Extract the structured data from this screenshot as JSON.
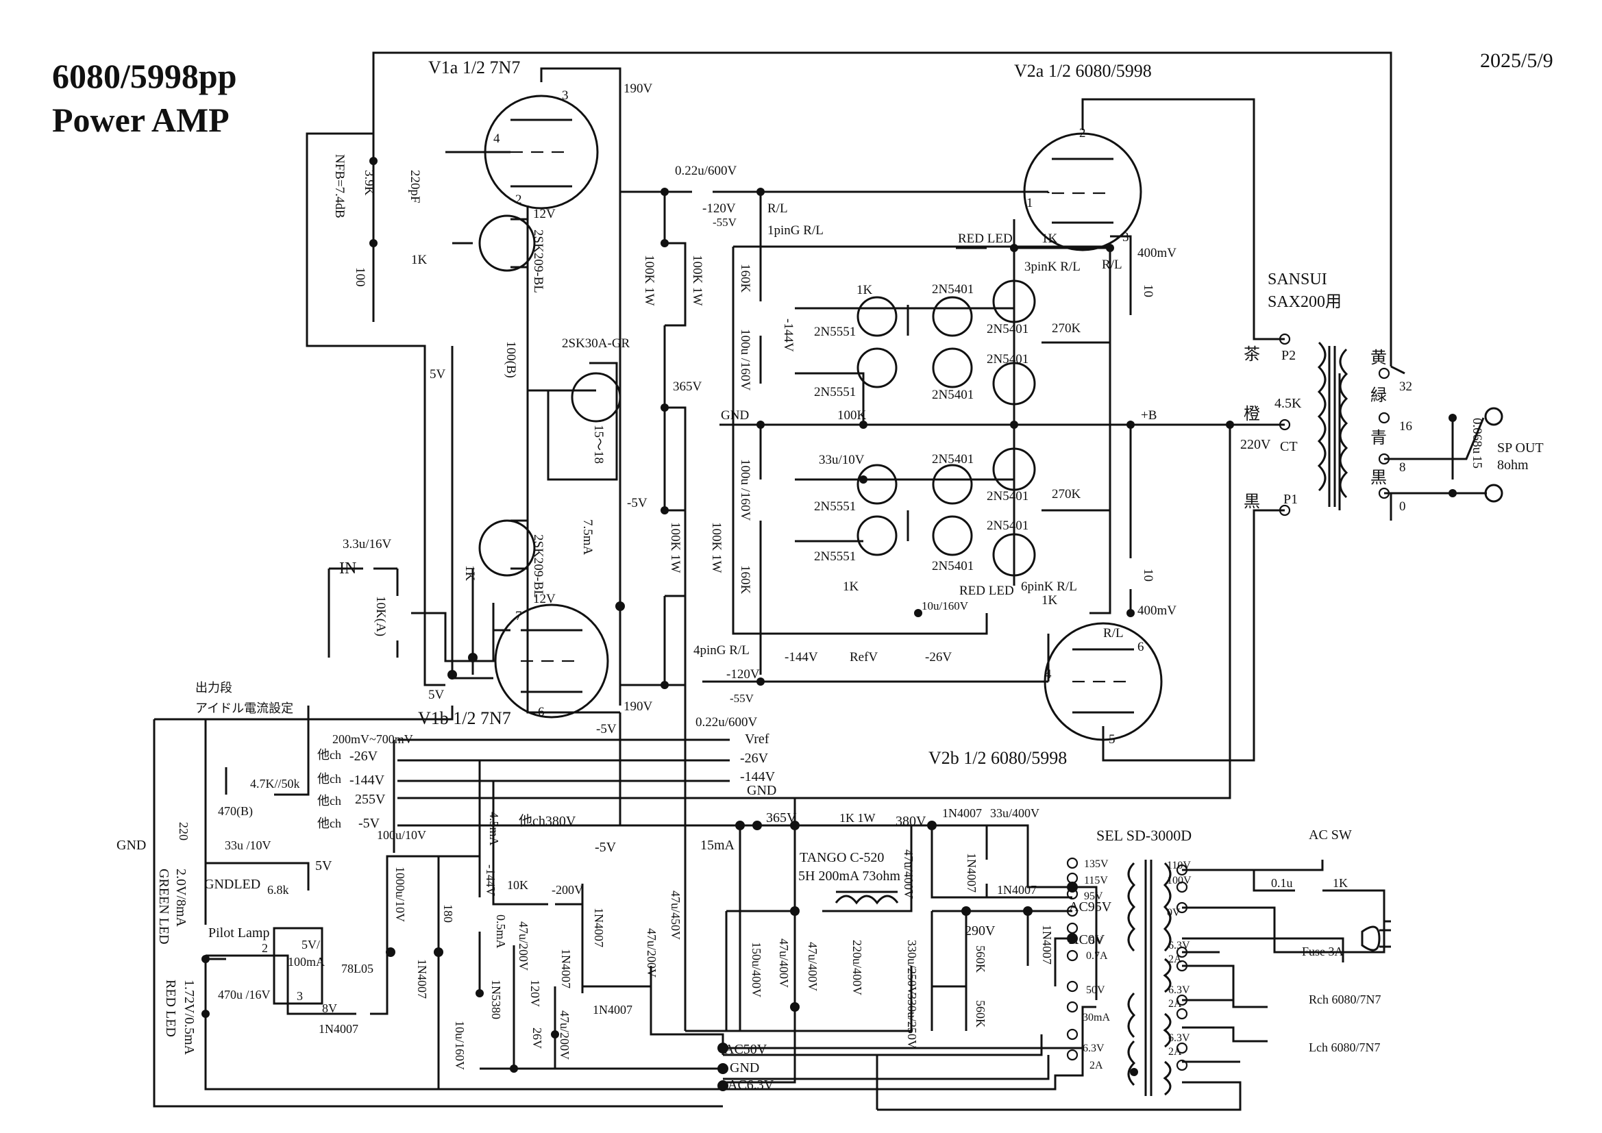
{
  "header": {
    "title_line1": "6080/5998pp",
    "title_line2": "Power AMP",
    "date": "2025/5/9"
  },
  "tubes": {
    "v1a": "V1a 1/2 7N7",
    "v1b": "V1b 1/2 7N7",
    "v2a": "V2a 1/2 6080/5998",
    "v2b": "V2b 1/2 6080/5998"
  },
  "transformer": {
    "maker": "SANSUI",
    "model": "SAX200用",
    "primary_impedance": "4.5K",
    "ct_voltage": "220V",
    "ct": "CT",
    "p2": "P2",
    "p1": "P1",
    "wire_brown": "茶",
    "wire_orange": "橙",
    "wire_black_primary": "黒",
    "sec_yellow": "黄",
    "sec_green": "緑",
    "sec_blue": "青",
    "sec_black": "黒",
    "tap32": "32",
    "tap16": "16",
    "tap8": "8",
    "tap0": "0"
  },
  "output": {
    "label": "SP OUT",
    "impedance": "8ohm",
    "cap": "0.068u",
    "res": "15"
  },
  "input": {
    "label": "IN",
    "cap": "3.3u/16V",
    "pot": "10K(A)"
  },
  "labels": {
    "nfb": "NFB=7.4dB",
    "r_3k9": "3.9K",
    "c_220p": "220pF",
    "r_100": "100",
    "r_1k_a": "1K",
    "r_1k_b": "1K",
    "fet_top": "2SK209-BL",
    "fet_bot": "2SK209-BL",
    "ccs_fet": "2SK30A-GR",
    "pot_100b": "100(B)",
    "r_15_18": "15～18",
    "current_7_5": "7.5mA",
    "v_12_top": "12V",
    "v_12_bot": "12V",
    "v_190_top": "190V",
    "v_190_bot": "190V",
    "v_5a": "5V",
    "v_5b": "5V",
    "v_m5a": "-5V",
    "v_m5b": "-5V",
    "v_365": "365V",
    "c_coupling_top": "0.22u/600V",
    "c_coupling_bot": "0.22u/600V",
    "v_m120_top": "-120V",
    "v_m55_top": "-55V",
    "v_m120_bot": "-120V",
    "v_m55_bot": "-55V",
    "r_100k1w_a": "100K 1W",
    "r_100k1w_b": "100K 1W",
    "r_100k1w_c": "100K 1W",
    "r_100k1w_d": "100K 1W",
    "rl_a": "R/L",
    "rl_b": "R/L",
    "rl_c": "R/L",
    "pin1_rl": "1pinG R/L",
    "pin4_rl": "4pinG R/L",
    "pin3_rl": "3pinK R/L",
    "pin6_rl": "6pinK R/L",
    "r_160k_top": "160K",
    "r_160k_bot": "160K",
    "c_100u_top": "100u /160V",
    "c_100u_bot": "100u /160V",
    "v_m144": "-144V",
    "v_m144_b": "-144V",
    "gnd_mid": "GND",
    "refv": "RefV",
    "v_m26": "-26V",
    "red_led_top": "RED LED",
    "red_led_bot": "RED LED",
    "r_1k_led_top": "1K",
    "r_1k_led_bot": "1K",
    "c_10u_160": "10u/160V",
    "r_100k": "100K",
    "c_33u_10": "33u/10V",
    "r_270k_top": "270K",
    "r_270k_bot": "270K",
    "q_2n5401": "2N5401",
    "q_2n5551": "2N5551",
    "r_10_top": "10",
    "r_10_bot": "10",
    "mv_400_top": "400mV",
    "mv_400_bot": "400mV",
    "plus_b": "+B",
    "pin_1": "1",
    "pin_2": "2",
    "pin_3": "3",
    "pin_4": "4",
    "pin_5": "5",
    "pin_6": "6",
    "pin_7": "7",
    "pin_v1_2": "2",
    "pin_v1_3": "3",
    "pin_v1_4": "4",
    "pin_v1_6": "6"
  },
  "psu": {
    "idle_note1": "出力段",
    "idle_note2": "アイドル電流設定",
    "range_200_700": "200mV~700mV",
    "other_ch": "他ch",
    "bus_m26": "-26V",
    "bus_m144": "-144V",
    "bus_255": "255V",
    "bus_m5": "-5V",
    "r_470b": "470(B)",
    "r_4k7_50k": "4.7K//50k",
    "r_220": "220",
    "c_33u_10v": "33u /10V",
    "gnd_left": "GND",
    "gndled": "GNDLED",
    "r_6k8": "6.8k",
    "pilot": "Pilot Lamp",
    "green_led": "GREEN LED",
    "green_led_spec": "2.0V/8mA",
    "red_led": "RED LED",
    "red_led_spec": "1.72V/0.5mA",
    "reg": "78L05",
    "reg_spec1": "5V/",
    "reg_spec2": "100mA",
    "reg_pin2": "2",
    "reg_pin3": "3",
    "v_5": "5V",
    "v_8": "8V",
    "c_470u": "470u /16V",
    "d_1n4007_a": "1N4007",
    "c_100u_10v": "100u/10V",
    "c_1000u_10v": "1000u/10V",
    "r_180": "180",
    "d_1n4007_b": "1N4007",
    "i_4_5": "4.5mA",
    "v_m144_psu": "-144V",
    "r_10k": "10K",
    "v_m200": "-200V",
    "i_0_5": "0.5mA",
    "c_47u_200_a": "47u/200V",
    "z_120": "120V",
    "z_1n5380": "1N5380",
    "z_26": "26V",
    "c_10u_160v": "10u/160V",
    "d_1n4007_c": "1N4007",
    "d_1n4007_d": "1N4007",
    "c_47u_200_b": "47u/200V",
    "c_47u_200_c": "47u/200V",
    "other_380": "他ch380V",
    "v_m5_psu": "-5V",
    "i_15": "15mA",
    "c_47u_450": "47u/450V",
    "v_365_psu": "365V",
    "r_1k1w": "1K 1W",
    "v_380": "380V",
    "choke": "TANGO C-520",
    "choke_spec": "5H 200mA 73ohm",
    "c_150u_400": "150u/400V",
    "c_47u_400_a": "47u/400V",
    "c_47u_400_b": "47u/400V",
    "c_220u_400": "220u/400V",
    "c_47u_400v": "47u/400V",
    "d_1n4007_e": "1N4007",
    "c_33u_400": "33u/400V",
    "d_1n4007_f": "1N4007",
    "d_1n4007_g": "1N4007",
    "d_1n4007_h": "1N4007",
    "c_330u_250_a": "330u/250V",
    "c_330u_250_b": "330u/250V",
    "v_290": "290V",
    "r_560k_a": "560K",
    "r_560k_b": "560K",
    "ac95": "AC95V",
    "ac0": "AC0V",
    "ac50": "AC50V",
    "gnd_bus": "GND",
    "ac63": "AC6.3V",
    "vref": "Vref",
    "b_m26": "-26V",
    "b_m144": "-144V",
    "b_gnd": "GND"
  },
  "power_tr": {
    "model": "SEL SD-3000D",
    "t135": "135V",
    "t115": "115V",
    "t95": "95V",
    "t5": "5V",
    "t07": "0.7A",
    "t50": "50V",
    "t30ma": "30mA",
    "t63a": "6.3V",
    "t2a": "2A",
    "p110": "110V",
    "p100": "100V",
    "p0": "0V",
    "h1v": "6.3V",
    "h1a": "2A",
    "h2v": "6.3V",
    "h2a": "2A",
    "h3v": "6.3V",
    "h3a": "2A",
    "ac_sw": "AC SW",
    "c_01u": "0.1u",
    "r_1k": "1K",
    "fuse": "Fuse 3A",
    "rch": "Rch 6080/7N7",
    "lch": "Lch 6080/7N7"
  }
}
